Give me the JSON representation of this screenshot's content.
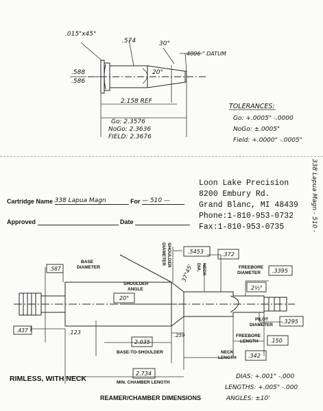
{
  "cartridge_sketch": {
    "neck_bevel": ".015\"x45°",
    "shoulder_dim": ".574",
    "angle_30": "30°",
    "datum": "4006 \" DATUM",
    "base_dia_top": ".588",
    "base_dia_bottom": ".586",
    "shoulder_angle": "20°",
    "ref_length": "2.158   REF",
    "go_length": "Go: 2.3576",
    "nogo_length": "NoGo: 2.3636",
    "field_length": "FIELD: 2.3676"
  },
  "tolerances": {
    "title": "TOLERANCES:",
    "go": "Go: +.0005\" -.0000",
    "nogo": "NoGo: ±.0005\"",
    "field": "Field: +.0000\" -.0005\""
  },
  "side_note": "338 Lapua Magn - 510 -",
  "form": {
    "cartridge_label": "Cartridge Name",
    "cartridge_value": "338 Lapua Magn",
    "for_label": "For",
    "for_value": "— 510 —",
    "approved_label": "Approved",
    "date_label": "Date"
  },
  "company": {
    "name": "Loon Lake Precision",
    "address1": "8200 Embury Rd.",
    "address2": "Grand Blanc, MI 48439",
    "phone": "Phone:1-810-953-0732",
    "fax": "Fax:1-810-953-0735"
  },
  "reamer": {
    "base_diameter_label": "BASE\nDIAMETER",
    "base_diameter_value": ".587",
    "shoulder_angle_label": "SHOULDER\nANGLE",
    "shoulder_angle_value": "20°",
    "shoulder_diameter_label": "SHOULDER\nDIAMETER",
    "shoulder_diameter_value": ".5453",
    "angle_note": "37°45'",
    "neck_dia_label": "NECK\nDIA.",
    "neck_dia_value": ".372",
    "freebore_diameter_label": "FREEBORE\nDIAMETER",
    "freebore_diameter_value": ".3395",
    "freebore_angle": "2½°",
    "pilot_diameter_label": "PILOT\nDIAMETER",
    "pilot_diameter_value": ".3295",
    "left_value": ".437",
    "rim_value": ".123",
    "base_to_shoulder_value": "2.035",
    "base_to_shoulder_label": "BASE-TO-SHOULDER",
    "shoulder_length_value": ".259",
    "freebore_length_label": "FREEBORE\nLENGTH",
    "freebore_length_value": ".150",
    "neck_length_label": "NECK\nLENGTH",
    "neck_length_value": ".342",
    "min_chamber_value": "2.734",
    "min_chamber_label": "MIN. CHAMBER LENGTH",
    "rimless_label": "RIMLESS, WITH NECK",
    "title": "REAMER/CHAMBER DIMENSIONS"
  },
  "bottom_tolerances": {
    "dias": "DIAS: +.001\" -.000",
    "lengths": "LENGTHS: +.005\" -.000",
    "angles": "ANGLES: ±10'"
  }
}
